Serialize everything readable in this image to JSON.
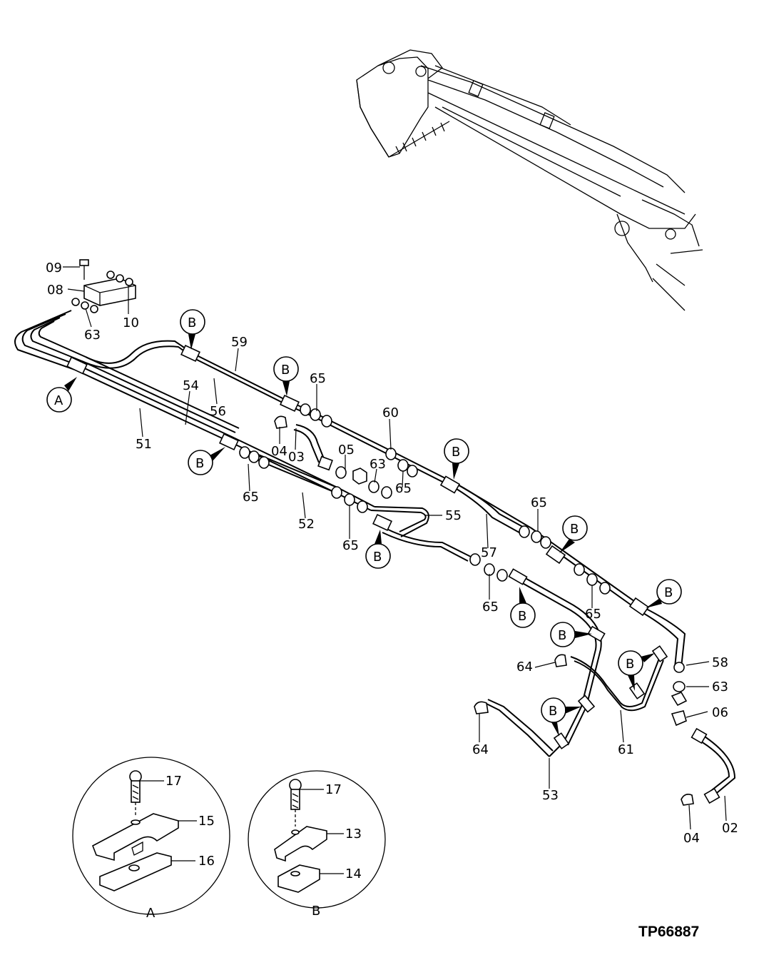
{
  "document": {
    "reference_code": "TP66887"
  },
  "part_labels": {
    "p09": "09",
    "p08": "08",
    "p10": "10",
    "p63a": "63",
    "p59": "59",
    "p56": "56",
    "p54": "54",
    "p51": "51",
    "p65a": "65",
    "p04a": "04",
    "p03": "03",
    "p05": "05",
    "p60": "60",
    "p63b": "63",
    "p65b": "65",
    "p65c": "65",
    "p52": "52",
    "p65d": "65",
    "p55": "55",
    "p57": "57",
    "p65e": "65",
    "p65f": "65",
    "p65g": "65",
    "p58": "58",
    "p63c": "63",
    "p06": "06",
    "p64a": "64",
    "p61": "61",
    "p64b": "64",
    "p53": "53",
    "p04b": "04",
    "p02": "02",
    "p17a": "17",
    "p15": "15",
    "p16": "16",
    "p17b": "17",
    "p13": "13",
    "p14": "14"
  },
  "callouts": {
    "a": "A",
    "b": "B"
  },
  "detail_views": {
    "a": {
      "caption": "A"
    },
    "b": {
      "caption": "B"
    }
  }
}
